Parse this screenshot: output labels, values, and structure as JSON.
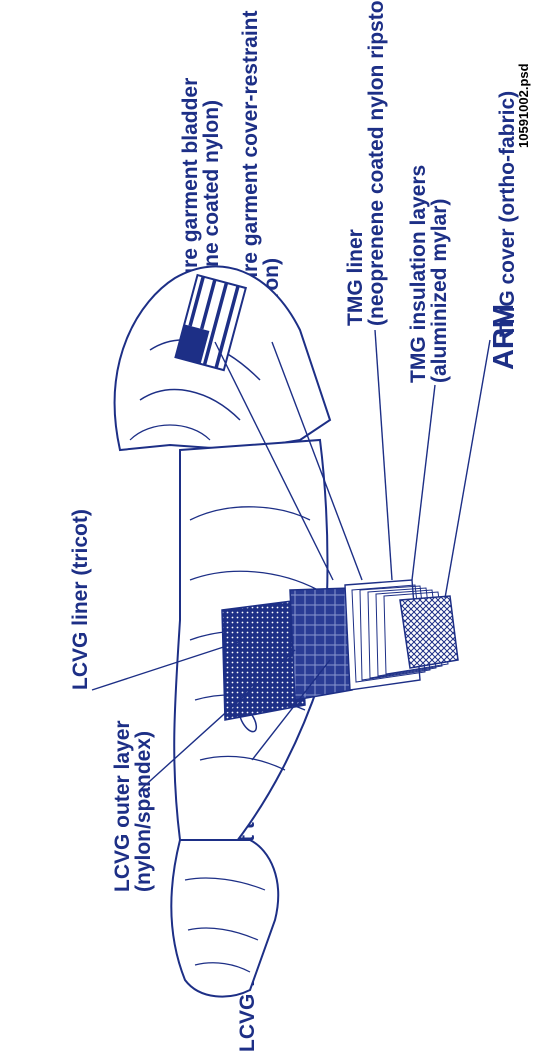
{
  "title": "ARM",
  "file_id": "10591002.psd",
  "labels": {
    "pg_bladder": {
      "line1": "Pressure garment bladder",
      "line2": "(urethene coated nylon)"
    },
    "pg_cover": {
      "line1": "Pressure garment cover-restraint",
      "line2": "(dacron)"
    },
    "tmg_liner": {
      "line1": "TMG liner",
      "line2": "(neoprenene coated nylon ripstop)"
    },
    "tmg_insulation": {
      "line1": "TMG insulation layers",
      "line2": "(aluminized mylar)"
    },
    "tmg_cover": {
      "line1": "TMG cover (ortho-fabric)"
    },
    "lcvg_liner": {
      "line1": "LCVG liner (tricot)"
    },
    "lcvg_outer": {
      "line1": "LCVG outer layer",
      "line2": "(nylon/spandex)"
    },
    "lcvg_tubing": {
      "line1": "LCVG water transport tubing"
    }
  },
  "colors": {
    "ink": "#1d2f86",
    "paper": "#ffffff"
  }
}
